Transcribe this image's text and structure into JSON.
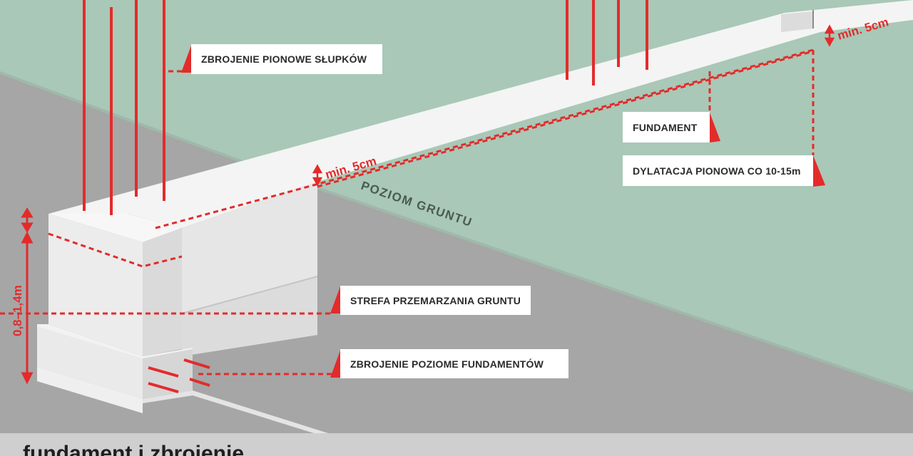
{
  "labels": {
    "vertical_reinforcement": "ZBROJENIE PIONOWE SŁUPKÓW",
    "foundation": "FUNDAMENT",
    "expansion_joint": "DYLATACJA PIONOWA CO 10-15m",
    "frost_zone": "STREFA PRZEMARZANIA GRUNTU",
    "horizontal_reinforcement": "ZBROJENIE POZIOME FUNDAMENTÓW"
  },
  "annotations": {
    "ground_level": "POZIOM GRUNTU",
    "min_5cm_left": "min. 5cm",
    "min_5cm_right": "min. 5cm",
    "depth": "0,8–1,4m"
  },
  "footer": {
    "title": "fundament i zbrojenie"
  },
  "colors": {
    "accent_red": "#e32b2b",
    "wall_green": "#a9c8b7",
    "ground_gray": "#a6a6a6",
    "concrete": "#ececec"
  }
}
